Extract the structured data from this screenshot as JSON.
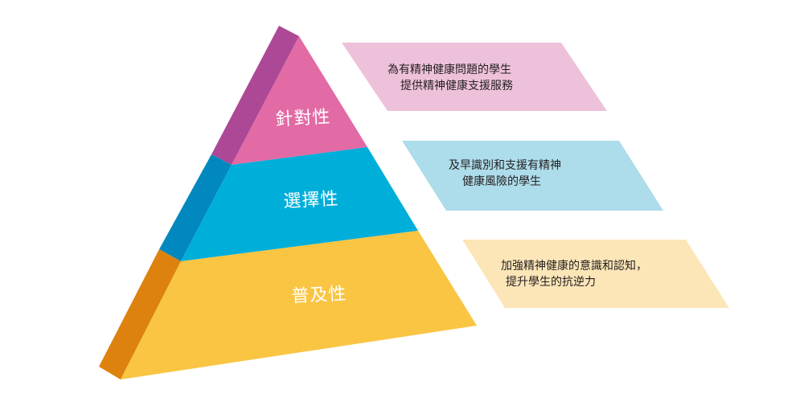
{
  "title": "",
  "colors": {
    "background": "#ffffff",
    "targeted_front": "#E26AA5",
    "targeted_side": "#AC4896",
    "selective_front": "#00AEDA",
    "selective_side": "#0088BF",
    "universal_front": "#F9C542",
    "universal_side": "#DD820E",
    "targeted_box": "#EEC1DA",
    "selective_box": "#ADDCEA",
    "universal_box": "#FCE5B7"
  },
  "pyramid": {
    "tiers": [
      {
        "id": "targeted",
        "label": "針對性",
        "description": {
          "lines": [
            "為有精神健康問題的學生",
            "提供精神健康支援服務"
          ]
        }
      },
      {
        "id": "selective",
        "label": "選擇性",
        "description": {
          "lines": [
            "及早識別和支援有精神",
            "健康風險的學生"
          ]
        }
      },
      {
        "id": "universal",
        "label": "普及性",
        "description": {
          "lines": [
            "加強精神健康的意識和認知，",
            "提升學生的抗逆力"
          ]
        }
      }
    ]
  }
}
